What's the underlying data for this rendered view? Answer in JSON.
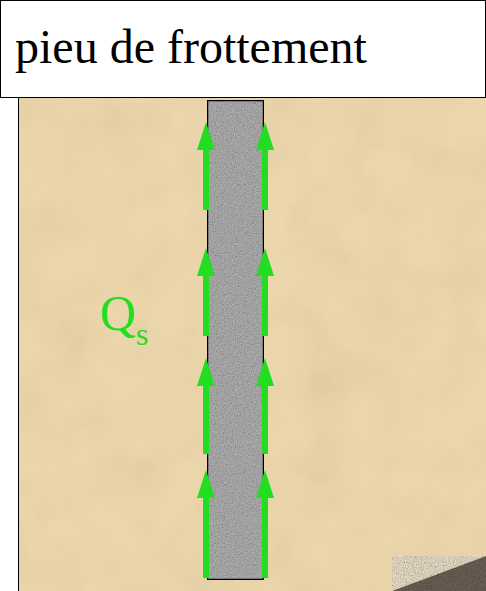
{
  "diagram": {
    "title": "pieu de frottement",
    "labels": [
      "Q",
      "s"
    ]
  }
}
